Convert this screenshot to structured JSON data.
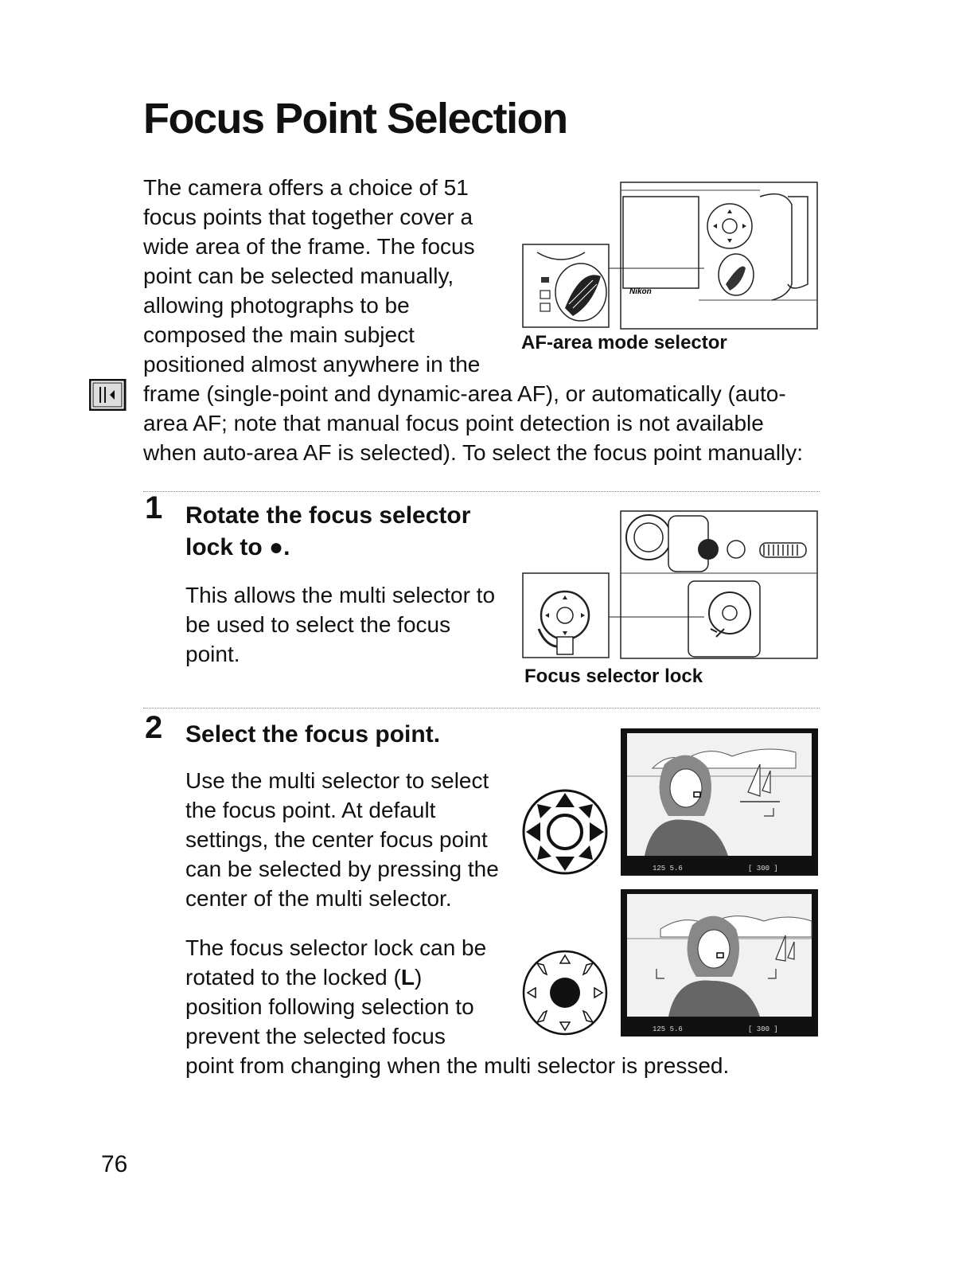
{
  "title": "Focus Point Selection",
  "intro": {
    "lines": [
      "The camera offers a choice of 51",
      "focus points that together cover a",
      "wide area of the frame.  The focus",
      "point can be selected manually,",
      "allowing photographs to be",
      "composed the main subject",
      "positioned almost anywhere in the",
      "frame (single-point and dynamic-area AF), or automatically (auto-",
      "area AF; note that manual focus point detection is not available",
      "when auto-area AF is selected).  To select the focus point manually:"
    ],
    "figure_caption": "AF-area mode selector",
    "figure_brand": "Nikon"
  },
  "steps": [
    {
      "number": "1",
      "title_line1": "Rotate the focus selector",
      "title_line2": "lock to ●.",
      "body_lines": [
        "This allows the multi selector to",
        "be used to select the focus",
        "point."
      ],
      "figure_caption": "Focus selector lock"
    },
    {
      "number": "2",
      "title_line1": "Select the focus point.",
      "para1_lines": [
        "Use the multi selector to select",
        "the focus point.  At default",
        "settings, the center focus point",
        "can be selected by pressing the",
        "center of the multi selector."
      ],
      "para2_lines": [
        "The focus selector lock can be",
        "rotated to the locked (",
        "position following selection to",
        "prevent the selected focus",
        "point from changing when the multi selector is pressed."
      ],
      "locked_letter": "L",
      "locked_close": ")",
      "viewfinder_readout": "125  5.6",
      "viewfinder_frames": "[ 300 ]"
    }
  ],
  "page_number": "76"
}
